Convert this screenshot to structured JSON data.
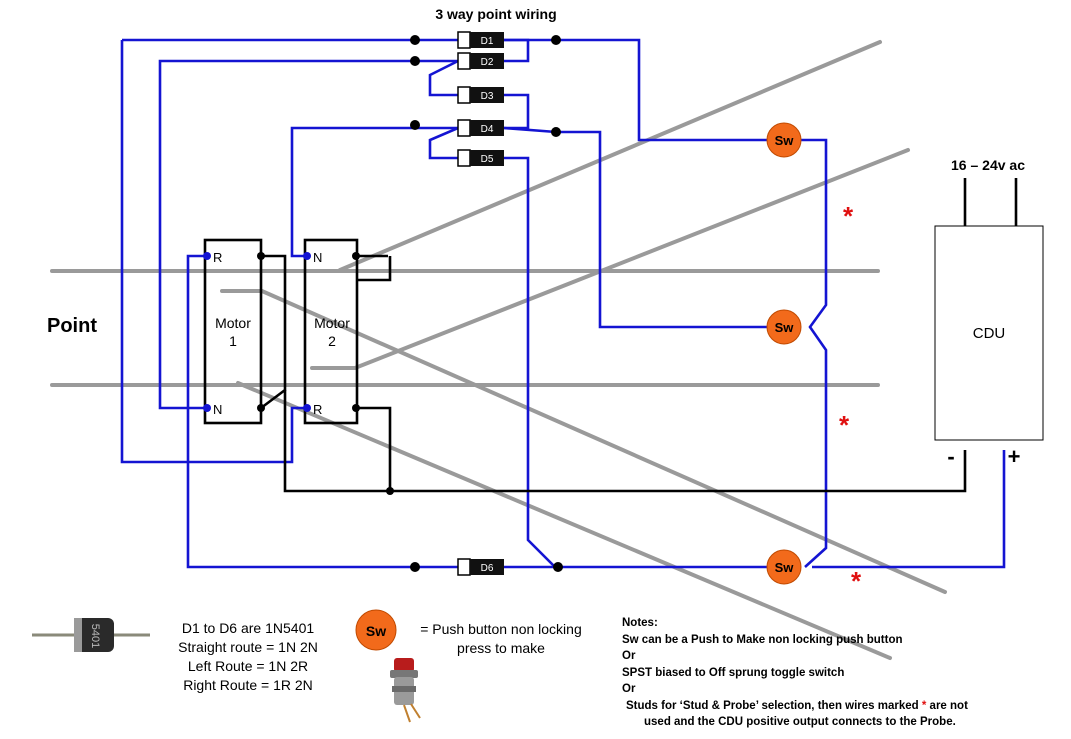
{
  "title": "3 way point wiring",
  "point_label": "Point",
  "power_label": "16 – 24v ac",
  "cdu": {
    "label": "CDU",
    "neg": "-",
    "pos": "+"
  },
  "motors": [
    {
      "label_line1": "Motor",
      "label_line2": "1",
      "top_terminal": "R",
      "bottom_terminal": "N"
    },
    {
      "label_line1": "Motor",
      "label_line2": "2",
      "top_terminal": "N",
      "bottom_terminal": "R"
    }
  ],
  "diodes": [
    "D1",
    "D2",
    "D3",
    "D4",
    "D5",
    "D6"
  ],
  "switch_label": "Sw",
  "star_marker": "*",
  "legend": {
    "diode_lines": [
      "D1 to D6 are 1N5401",
      "Straight route = 1N 2N",
      "Left Route = 1N 2R",
      "Right Route = 1R 2N"
    ],
    "diode_body_text": "5401",
    "switch_text_line1": "= Push button non locking",
    "switch_text_line2": "press to make"
  },
  "notes": {
    "heading": "Notes:",
    "lines": [
      "Sw can be a Push to Make non locking push button",
      "Or",
      "SPST biased to Off sprung toggle switch",
      "Or"
    ],
    "last_line_part1": "Studs for ‘Stud & Probe’ selection, then wires marked ",
    "last_line_star": "*",
    "last_line_part2": " are not",
    "last_line_2": "used and the CDU positive output connects to the Probe."
  },
  "colors": {
    "wire_blue": "#1414d2",
    "switch_orange": "#f26a1b",
    "star_red": "#e01010",
    "rail_grey": "#9a9a9a"
  }
}
